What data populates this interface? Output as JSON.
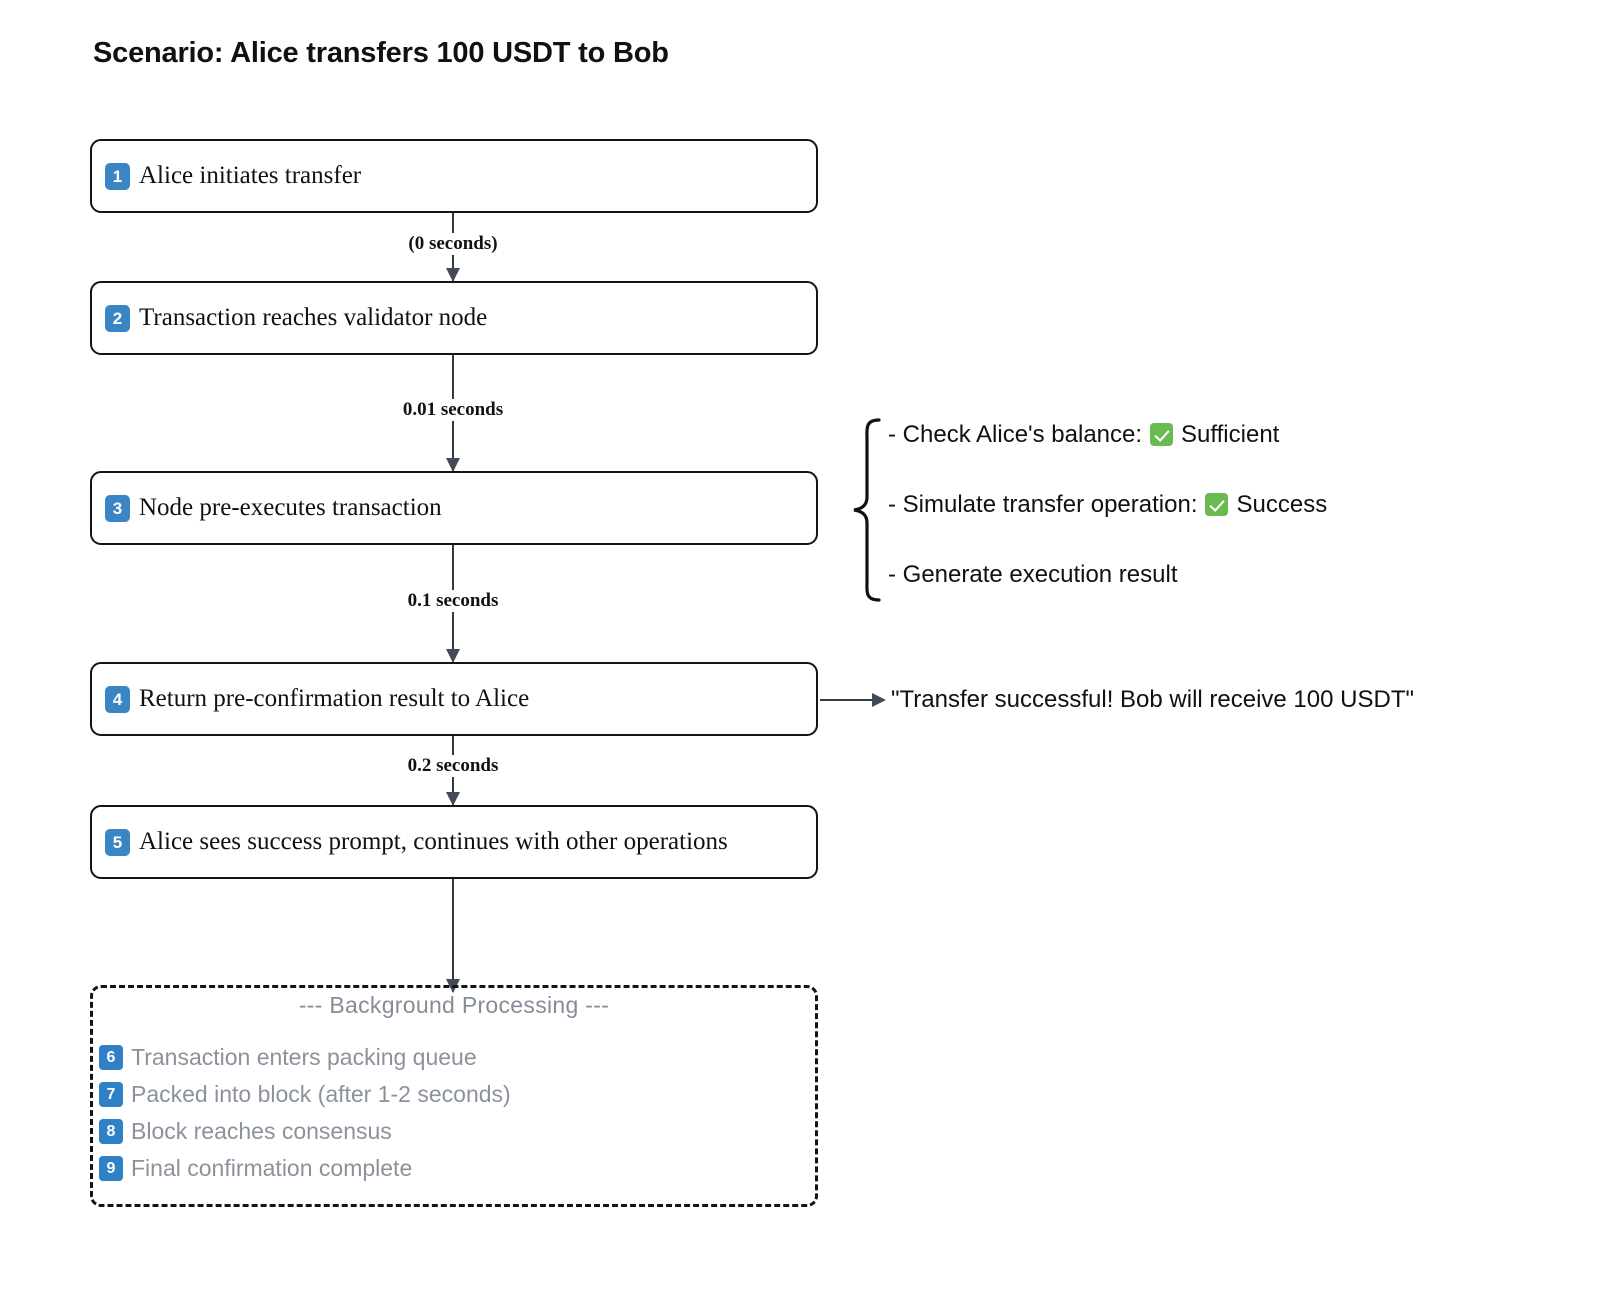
{
  "title": "Scenario: Alice transfers 100 USDT to Bob",
  "steps": [
    {
      "num": "1",
      "label": "Alice initiates transfer"
    },
    {
      "num": "2",
      "label": "Transaction reaches validator node"
    },
    {
      "num": "3",
      "label": "Node pre-executes transaction"
    },
    {
      "num": "4",
      "label": "Return pre-confirmation result to Alice"
    },
    {
      "num": "5",
      "label": "Alice sees success prompt, continues with other operations"
    }
  ],
  "edge_labels": [
    "(0 seconds)",
    "0.01 seconds",
    "0.1 seconds",
    "0.2 seconds"
  ],
  "annotations": {
    "items": [
      {
        "prefix": "- Check Alice's balance:",
        "icon": "white-check-mark-icon",
        "suffix": "Sufficient"
      },
      {
        "prefix": "- Simulate transfer operation:",
        "icon": "white-check-mark-icon",
        "suffix": "Success"
      },
      {
        "prefix": "- Generate execution result",
        "icon": null,
        "suffix": ""
      }
    ]
  },
  "callout": {
    "quote": "\"Transfer successful! Bob will receive 100 USDT\""
  },
  "background": {
    "heading": "--- Background Processing ---",
    "items": [
      {
        "num": "6",
        "label": "Transaction enters packing queue"
      },
      {
        "num": "7",
        "label": "Packed into block (after 1-2 seconds)"
      },
      {
        "num": "8",
        "label": "Block reaches consensus"
      },
      {
        "num": "9",
        "label": "Final confirmation complete"
      }
    ]
  },
  "colors": {
    "badge_blue": "#3a86c4",
    "badge_blue_muted": "#2f80c4",
    "check_green": "#6aba54",
    "muted_gray": "#8b929c",
    "line_dark": "#323a45",
    "border_dark": "#141414"
  }
}
